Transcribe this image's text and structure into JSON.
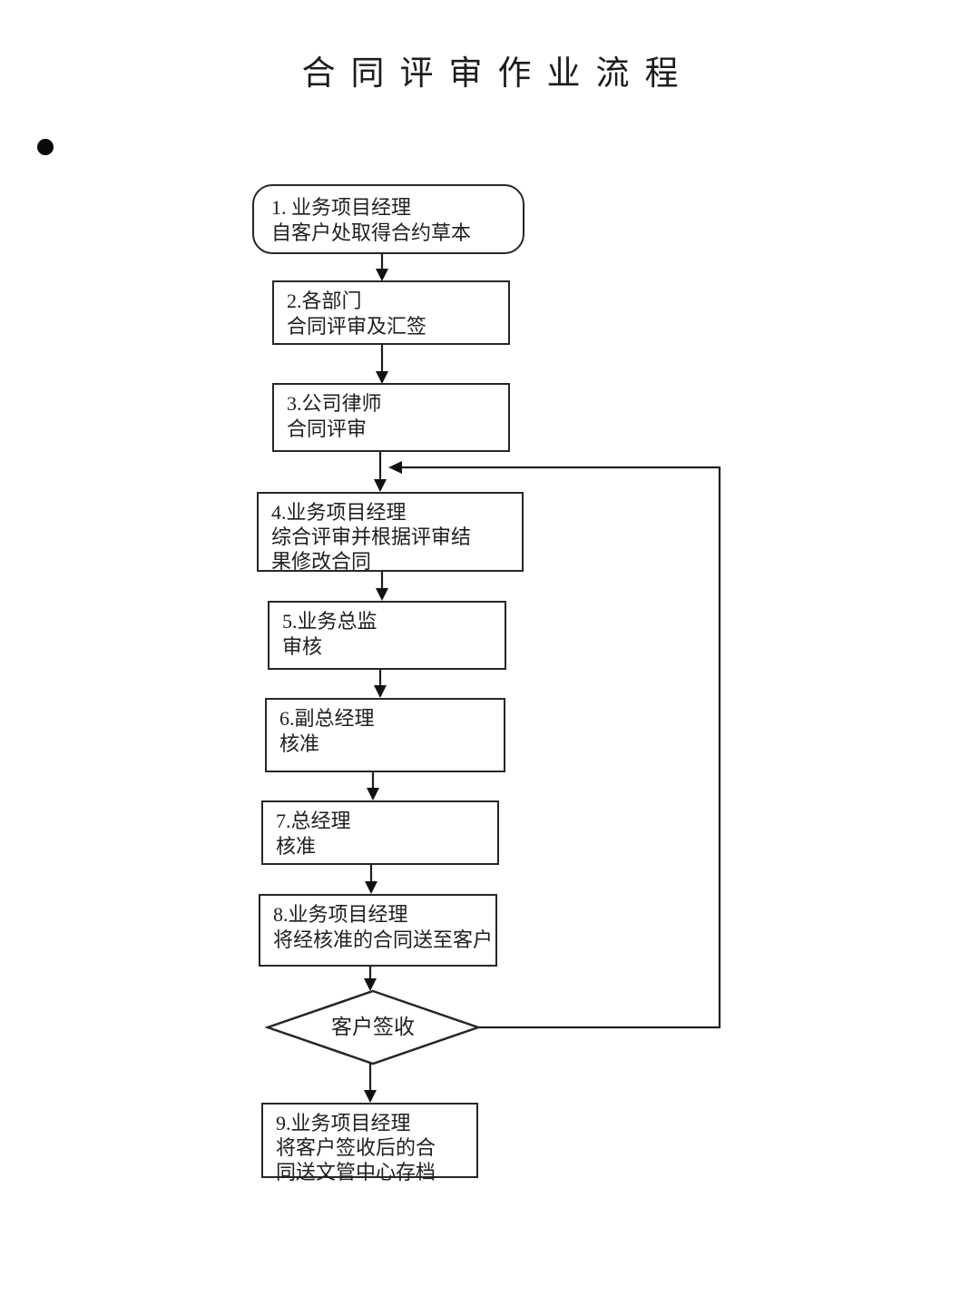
{
  "page": {
    "title": "合同评审作业流程"
  },
  "flow": {
    "nodes": [
      {
        "step": "1",
        "shape": "rounded-rect",
        "lines": [
          "1. 业务项目经理",
          "自客户处取得合约草本"
        ]
      },
      {
        "step": "2",
        "shape": "rect",
        "lines": [
          "2.各部门",
          "合同评审及汇签"
        ]
      },
      {
        "step": "3",
        "shape": "rect",
        "lines": [
          "3.公司律师",
          "合同评审"
        ]
      },
      {
        "step": "4",
        "shape": "rect",
        "lines": [
          "4.业务项目经理",
          "综合评审并根据评审结",
          "果修改合同"
        ]
      },
      {
        "step": "5",
        "shape": "rect",
        "lines": [
          "5.业务总监",
          "审核"
        ]
      },
      {
        "step": "6",
        "shape": "rect",
        "lines": [
          "6.副总经理",
          "核准"
        ]
      },
      {
        "step": "7",
        "shape": "rect",
        "lines": [
          "7.总经理",
          "核准"
        ]
      },
      {
        "step": "8",
        "shape": "rect",
        "lines": [
          "8.业务项目经理",
          "将经核准的合同送至客户"
        ]
      },
      {
        "step": "decision",
        "shape": "diamond",
        "lines": [
          "客户签收"
        ]
      },
      {
        "step": "9",
        "shape": "rect",
        "lines": [
          "9.业务项目经理",
          "将客户签收后的合",
          "同送文管中心存档"
        ]
      }
    ],
    "colors": {
      "line": "#1f1f1f",
      "box_border": "#262626",
      "text": "#1f1f1f",
      "bullet": "#0a0a0a",
      "background": "#ffffff"
    }
  }
}
